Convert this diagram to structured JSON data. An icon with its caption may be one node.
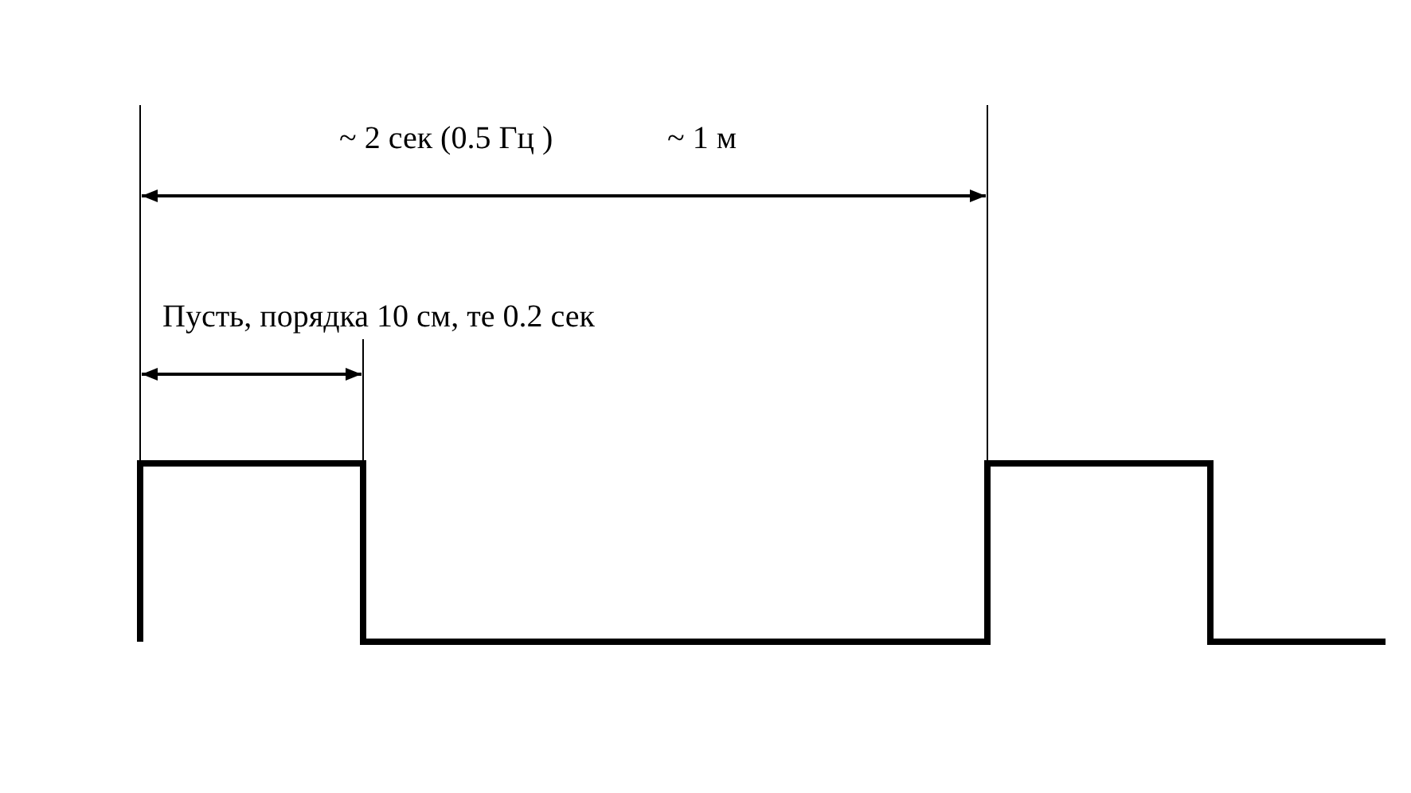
{
  "diagram": {
    "labels": [
      "~ 2 сек (0.5 Гц )",
      "~ 1 м",
      "Пусть, порядка 10 см, те 0.2 сек"
    ]
  }
}
